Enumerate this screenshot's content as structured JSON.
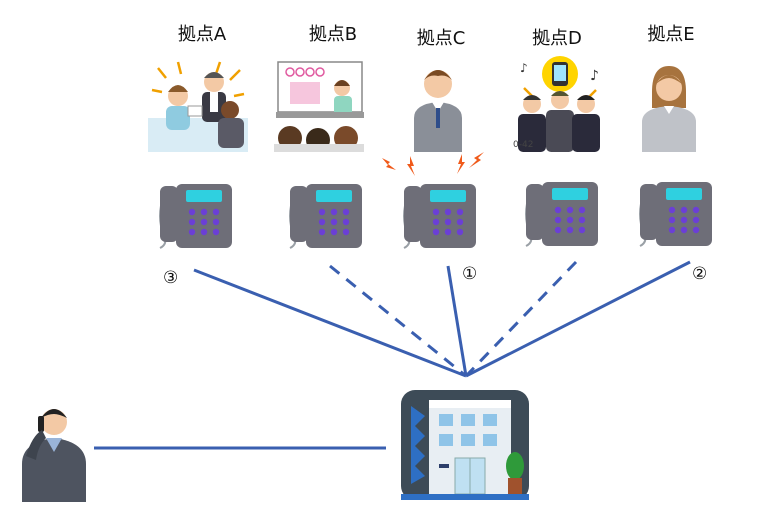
{
  "sites": [
    {
      "label": "拠点A",
      "id": "a"
    },
    {
      "label": "拠点B",
      "id": "b"
    },
    {
      "label": "拠点C",
      "id": "c"
    },
    {
      "label": "拠点D",
      "id": "d"
    },
    {
      "label": "拠点E",
      "id": "e"
    }
  ],
  "markers": {
    "first": "①",
    "second": "②",
    "third": "③"
  },
  "small_text": "0-42",
  "colors": {
    "line": "#3a5fb0",
    "phone_body": "#6e6e78",
    "phone_screen": "#2fd0e0",
    "phone_keys": "#6b3fd6",
    "ring": "#f05a1a"
  }
}
